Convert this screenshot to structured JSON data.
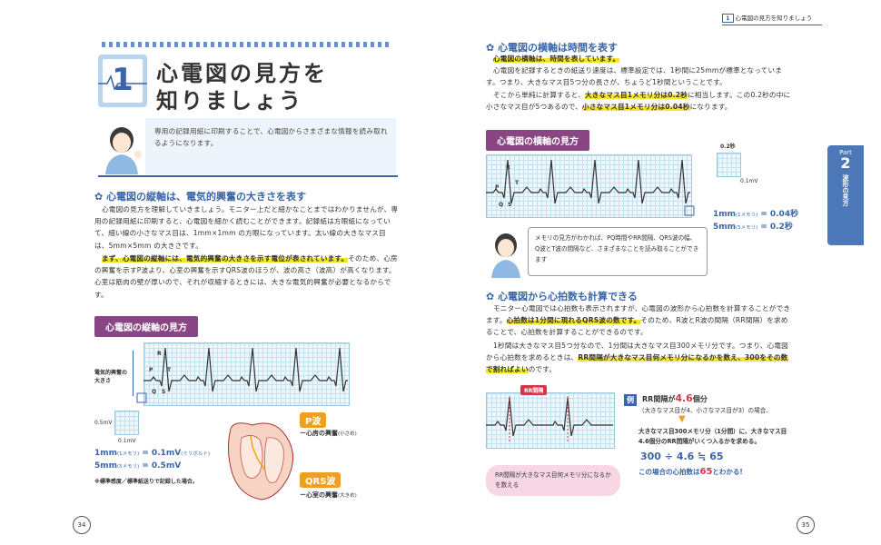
{
  "header": {
    "chapter_num": "1",
    "running_title": "心電図の見方を知りましょう"
  },
  "title": {
    "number": "1",
    "line1": "心電図の見方を",
    "line2": "知りましょう"
  },
  "intro": "専用の記録用紙に印刷することで、心電図からさまざまな情報を読み取れるようになります。",
  "left": {
    "section_title": "心電図の縦軸は、電気的興奮の大きさを表す",
    "p1": "心電図の見方を理解していきましょう。モニター上だと細かなことまではわかりませんが、専用の記録用紙に印刷すると、心電図を細かく読むことができます。記録紙は方眼紙になっていて、細い線の小さなマス目は、1mm×1mm の方眼になっています。太い線の大きなマス目は、5mm×5mm の大きさです。",
    "p2_hl": "まず、心電図の縦軸には、電気的興奮の大きさを示す電位が表されています。",
    "p2_rest": "そのため、心房の興奮を示すP波より、心室の興奮を示すQRS波のほうが、波の高さ（波高）が高くなります。心室は筋肉の壁が厚いので、それが収縮するときには、大きな電気的興奮が必要となるからです。",
    "ribbon": "心電図の縦軸の見方",
    "ecg_side_label1": "電気的興奮の",
    "ecg_side_label2": "大きさ",
    "ecg_labels": {
      "r": "R",
      "p": "P",
      "t": "T",
      "q": "Q",
      "s": "S"
    },
    "zoom_label": "0.5mV",
    "zoom_bottom": "0.1mV",
    "eq1_left": "1mm",
    "eq1_note": "(1メモリ)",
    "eq1_right": "= 0.1mV",
    "eq1_unit": "(ミリボルト)",
    "eq2_left": "5mm",
    "eq2_note": "(5メモリ)",
    "eq2_right": "= 0.5mV",
    "footnote": "※標準感度／標準紙送りで記録した場合。",
    "p_wave": "P波",
    "p_wave_desc": "心房の興奮",
    "p_wave_small": "(小さめ)",
    "qrs_wave": "QRS波",
    "qrs_desc": "心室の興奮",
    "qrs_small": "(大きめ)",
    "page_number": "34"
  },
  "right": {
    "s1_title": "心電図の横軸は時間を表す",
    "s1_hl": "心電図の横軸は、時間を表しています。",
    "s1_p1": "心電図を記録するときの紙送り速度は、標準設定では、1秒間に25mmが標準となっています。つまり、大きなマス目5つ分の長さが、ちょうど1秒間ということです。",
    "s1_p2a": "そこから単純に計算すると、",
    "s1_p2_hl": "大きなマス目1メモリ分は0.2秒",
    "s1_p2b": "に相当します。この0.2秒の中に小さなマス目が5つあるので、",
    "s1_p2_hl2": "小さなマス目1メモリ分は0.04秒",
    "s1_p2c": "になります。",
    "ribbon": "心電図の横軸の見方",
    "ecg_labels": {
      "r": "R",
      "p": "P",
      "t": "T",
      "q": "Q",
      "s": "S"
    },
    "zoom_top": "0.2秒",
    "zoom_side": "0.1mV",
    "eq1_left": "1mm",
    "eq1_note": "(1メモリ)",
    "eq1_right": "= 0.04秒",
    "eq2_left": "5mm",
    "eq2_note": "(5メモリ)",
    "eq2_right": "= 0.2秒",
    "nurse_note": "メモリの見方がわかれば、PQ時間やRR間隔、QRS波の幅、Q波とT波の間隔など、さまざまなことを読み取ることができます",
    "s2_title": "心電図から心拍数も計算できる",
    "s2_p1a": "モニター心電図では心拍数も表示されますが、心電図の波形から心拍数を計算することができます。",
    "s2_p1_hl": "心拍数は1分間に現れるQRS波の数です。",
    "s2_p1b": "そのため、R波とR波の間隔（RR間隔）を求めることで、心拍数を計算することができるのです。",
    "s2_p2a": "1秒間は大きなマス目5つ分なので、1分間は大きなマス目300メモリ分です。つまり、心電図から心拍数を求めるときは、",
    "s2_p2_hl": "RR間隔が大きなマス目何メモリ分になるかを数え、300をその数で割ればよい",
    "s2_p2b": "のです。",
    "rr_label": "RR間隔",
    "bubble": "RR間隔が大きなマス目何メモリ分になるかを数える",
    "ex_label": "例",
    "ex_line1a": "RR間隔が",
    "ex_value": "4.6",
    "ex_line1b": "個分",
    "ex_line2": "（大きなマス目が4、小さなマス目が3）の場合、",
    "ex_desc": "大きなマス目300メモリ分（1分間）に、大きなマス目4.6個分のRR間隔がいくつ入るかを求める。",
    "ex_calc": "300 ÷ 4.6 ≒ 65",
    "ex_result_a": "この場合の心拍数は",
    "ex_result_val": "65",
    "ex_result_b": "とわかる!",
    "tab_part": "Part",
    "tab_num": "2",
    "tab_text": "波形の見方",
    "page_number": "35"
  },
  "colors": {
    "accent_blue": "#3a66a8",
    "purple": "#8a4585",
    "orange": "#f0a020",
    "highlight": "#f5e625",
    "red": "#d6364a",
    "pink": "#f2c8d8"
  }
}
